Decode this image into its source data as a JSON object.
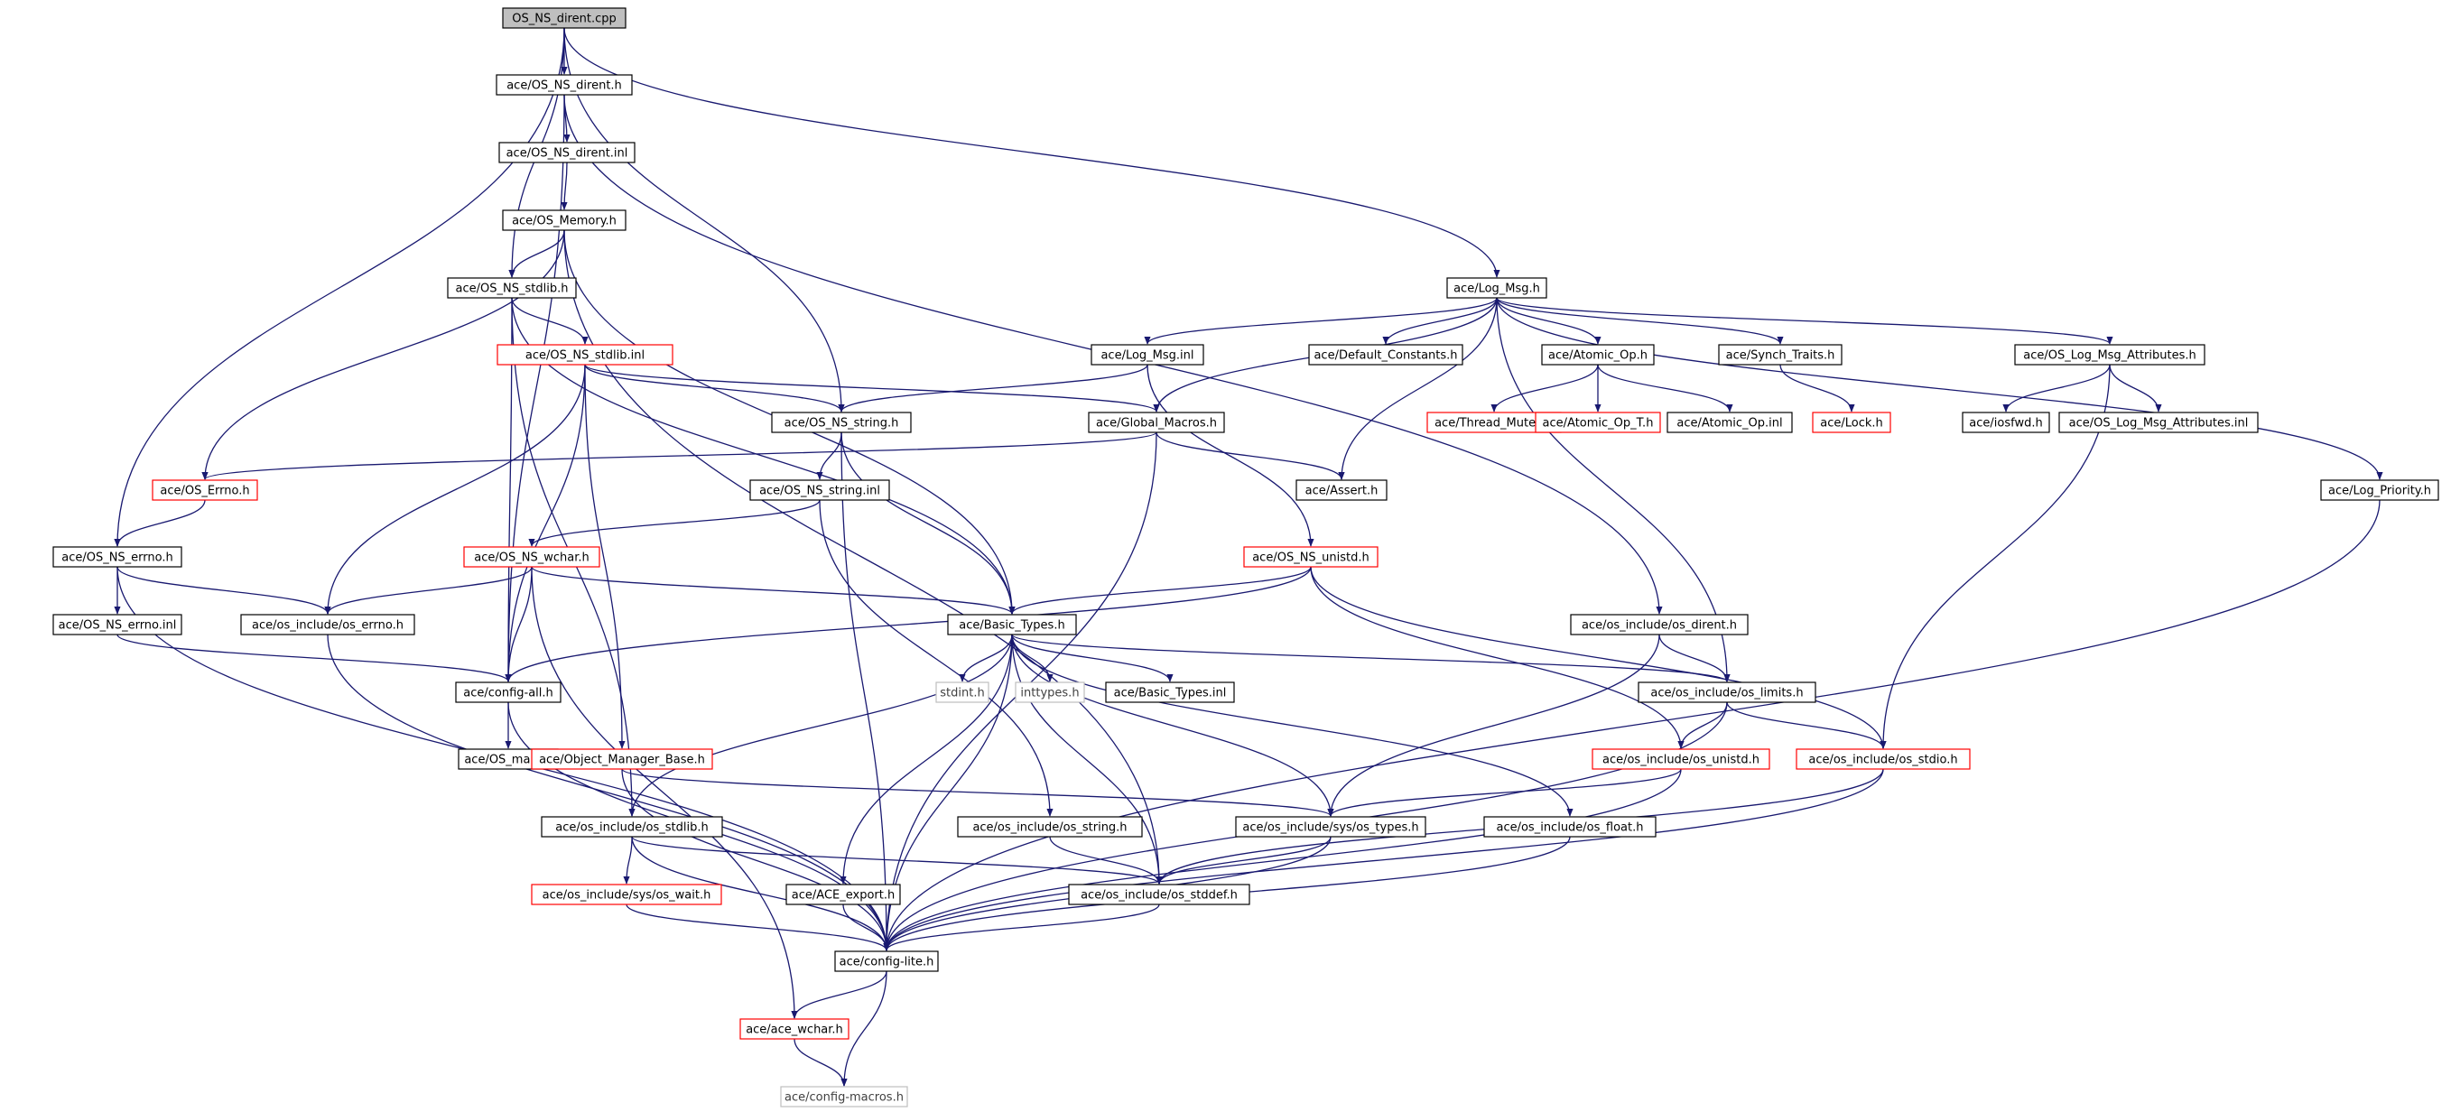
{
  "colors": {
    "edge": "#191970",
    "border_normal": "#000000",
    "border_missing_file": "#ff0000",
    "border_system_header": "#bfbfbf",
    "fill_root": "#bfbfbf",
    "fill_default": "#ffffff",
    "text": "#000000",
    "text_system_header": "#404040"
  },
  "nodes": [
    {
      "id": "root",
      "label": "OS_NS_dirent.cpp",
      "kind": "root"
    },
    {
      "id": "dirent_h",
      "label": "ace/OS_NS_dirent.h",
      "kind": "normal"
    },
    {
      "id": "dirent_inl",
      "label": "ace/OS_NS_dirent.inl",
      "kind": "normal"
    },
    {
      "id": "memory_h",
      "label": "ace/OS_Memory.h",
      "kind": "normal"
    },
    {
      "id": "stdlib_h",
      "label": "ace/OS_NS_stdlib.h",
      "kind": "normal"
    },
    {
      "id": "stdlib_inl",
      "label": "ace/OS_NS_stdlib.inl",
      "kind": "red"
    },
    {
      "id": "string_h",
      "label": "ace/OS_NS_string.h",
      "kind": "normal"
    },
    {
      "id": "string_inl",
      "label": "ace/OS_NS_string.inl",
      "kind": "normal"
    },
    {
      "id": "os_errno_red",
      "label": "ace/OS_Errno.h",
      "kind": "red"
    },
    {
      "id": "errno_h",
      "label": "ace/OS_NS_errno.h",
      "kind": "normal"
    },
    {
      "id": "errno_inl",
      "label": "ace/OS_NS_errno.inl",
      "kind": "normal"
    },
    {
      "id": "wchar_h",
      "label": "ace/OS_NS_wchar.h",
      "kind": "red"
    },
    {
      "id": "osinc_errno",
      "label": "ace/os_include/os_errno.h",
      "kind": "normal"
    },
    {
      "id": "config_all",
      "label": "ace/config-all.h",
      "kind": "normal"
    },
    {
      "id": "os_main",
      "label": "ace/OS_main.h",
      "kind": "normal"
    },
    {
      "id": "obj_mgr",
      "label": "ace/Object_Manager_Base.h",
      "kind": "red"
    },
    {
      "id": "osinc_stdlib",
      "label": "ace/os_include/os_stdlib.h",
      "kind": "normal"
    },
    {
      "id": "sys_wait",
      "label": "ace/os_include/sys/os_wait.h",
      "kind": "red"
    },
    {
      "id": "config_lite",
      "label": "ace/config-lite.h",
      "kind": "normal"
    },
    {
      "id": "ace_wchar",
      "label": "ace/ace_wchar.h",
      "kind": "red"
    },
    {
      "id": "config_macros",
      "label": "ace/config-macros.h",
      "kind": "gray"
    },
    {
      "id": "log_msg_inl",
      "label": "ace/Log_Msg.inl",
      "kind": "normal"
    },
    {
      "id": "basic_types",
      "label": "ace/Basic_Types.h",
      "kind": "normal"
    },
    {
      "id": "stdint",
      "label": "stdint.h",
      "kind": "gray"
    },
    {
      "id": "inttypes",
      "label": "inttypes.h",
      "kind": "gray"
    },
    {
      "id": "basic_types_inl",
      "label": "ace/Basic_Types.inl",
      "kind": "normal"
    },
    {
      "id": "osinc_string",
      "label": "ace/os_include/os_string.h",
      "kind": "normal"
    },
    {
      "id": "ace_export",
      "label": "ace/ACE_export.h",
      "kind": "normal"
    },
    {
      "id": "osinc_stddef",
      "label": "ace/os_include/os_stddef.h",
      "kind": "normal"
    },
    {
      "id": "global_macros",
      "label": "ace/Global_Macros.h",
      "kind": "normal"
    },
    {
      "id": "default_constants",
      "label": "ace/Default_Constants.h",
      "kind": "normal"
    },
    {
      "id": "log_msg_h",
      "label": "ace/Log_Msg.h",
      "kind": "normal"
    },
    {
      "id": "atomic_op_h",
      "label": "ace/Atomic_Op.h",
      "kind": "normal"
    },
    {
      "id": "thread_mutex",
      "label": "ace/Thread_Mutex.h",
      "kind": "red"
    },
    {
      "id": "atomic_op_t",
      "label": "ace/Atomic_Op_T.h",
      "kind": "red"
    },
    {
      "id": "atomic_op_inl",
      "label": "ace/Atomic_Op.inl",
      "kind": "normal"
    },
    {
      "id": "assert_h",
      "label": "ace/Assert.h",
      "kind": "normal"
    },
    {
      "id": "unistd_h",
      "label": "ace/OS_NS_unistd.h",
      "kind": "red"
    },
    {
      "id": "osinc_dirent",
      "label": "ace/os_include/os_dirent.h",
      "kind": "normal"
    },
    {
      "id": "osinc_limits",
      "label": "ace/os_include/os_limits.h",
      "kind": "normal"
    },
    {
      "id": "osinc_unistd",
      "label": "ace/os_include/os_unistd.h",
      "kind": "red"
    },
    {
      "id": "sys_types",
      "label": "ace/os_include/sys/os_types.h",
      "kind": "normal"
    },
    {
      "id": "osinc_float",
      "label": "ace/os_include/os_float.h",
      "kind": "normal"
    },
    {
      "id": "synch_traits",
      "label": "ace/Synch_Traits.h",
      "kind": "normal"
    },
    {
      "id": "lock_h",
      "label": "ace/Lock.h",
      "kind": "red"
    },
    {
      "id": "log_attr_h",
      "label": "ace/OS_Log_Msg_Attributes.h",
      "kind": "normal"
    },
    {
      "id": "iosfwd",
      "label": "ace/iosfwd.h",
      "kind": "normal"
    },
    {
      "id": "log_attr_inl",
      "label": "ace/OS_Log_Msg_Attributes.inl",
      "kind": "normal"
    },
    {
      "id": "osinc_stdio",
      "label": "ace/os_include/os_stdio.h",
      "kind": "red"
    },
    {
      "id": "log_priority",
      "label": "ace/Log_Priority.h",
      "kind": "normal"
    }
  ],
  "edges": [
    [
      "root",
      "dirent_h"
    ],
    [
      "root",
      "stdlib_h"
    ],
    [
      "root",
      "errno_h"
    ],
    [
      "root",
      "log_msg_h"
    ],
    [
      "root",
      "string_h"
    ],
    [
      "dirent_h",
      "dirent_inl"
    ],
    [
      "dirent_h",
      "config_all"
    ],
    [
      "dirent_h",
      "osinc_dirent"
    ],
    [
      "dirent_inl",
      "memory_h"
    ],
    [
      "memory_h",
      "stdlib_h"
    ],
    [
      "memory_h",
      "os_errno_red"
    ],
    [
      "memory_h",
      "basic_types"
    ],
    [
      "memory_h",
      "osinc_stddef"
    ],
    [
      "stdlib_h",
      "stdlib_inl"
    ],
    [
      "stdlib_h",
      "config_all"
    ],
    [
      "stdlib_h",
      "basic_types"
    ],
    [
      "stdlib_h",
      "osinc_stdlib"
    ],
    [
      "stdlib_inl",
      "string_h"
    ],
    [
      "stdlib_inl",
      "global_macros"
    ],
    [
      "stdlib_inl",
      "osinc_errno"
    ],
    [
      "stdlib_inl",
      "config_all"
    ],
    [
      "stdlib_inl",
      "obj_mgr"
    ],
    [
      "string_h",
      "string_inl"
    ],
    [
      "string_h",
      "basic_types"
    ],
    [
      "string_h",
      "config_lite"
    ],
    [
      "string_inl",
      "wchar_h"
    ],
    [
      "string_inl",
      "osinc_string"
    ],
    [
      "os_errno_red",
      "errno_h"
    ],
    [
      "errno_h",
      "errno_inl"
    ],
    [
      "errno_h",
      "osinc_errno"
    ],
    [
      "errno_h",
      "config_lite"
    ],
    [
      "errno_inl",
      "config_all"
    ],
    [
      "wchar_h",
      "osinc_errno"
    ],
    [
      "wchar_h",
      "config_all"
    ],
    [
      "wchar_h",
      "basic_types"
    ],
    [
      "wchar_h",
      "ace_wchar"
    ],
    [
      "osinc_errno",
      "config_lite"
    ],
    [
      "config_all",
      "os_main"
    ],
    [
      "config_all",
      "config_lite"
    ],
    [
      "obj_mgr",
      "config_lite"
    ],
    [
      "obj_mgr",
      "sys_types"
    ],
    [
      "osinc_stdlib",
      "sys_wait"
    ],
    [
      "osinc_stdlib",
      "osinc_stddef"
    ],
    [
      "osinc_stdlib",
      "config_lite"
    ],
    [
      "sys_wait",
      "config_lite"
    ],
    [
      "config_lite",
      "ace_wchar"
    ],
    [
      "config_lite",
      "config_macros"
    ],
    [
      "ace_wchar",
      "config_macros"
    ],
    [
      "log_msg_inl",
      "string_h"
    ],
    [
      "basic_types",
      "stdint"
    ],
    [
      "basic_types",
      "inttypes"
    ],
    [
      "basic_types",
      "basic_types_inl"
    ],
    [
      "basic_types",
      "ace_export"
    ],
    [
      "basic_types",
      "config_lite"
    ],
    [
      "basic_types",
      "osinc_stdlib"
    ],
    [
      "basic_types",
      "osinc_stddef"
    ],
    [
      "basic_types",
      "osinc_limits"
    ],
    [
      "basic_types",
      "sys_types"
    ],
    [
      "basic_types",
      "osinc_float"
    ],
    [
      "osinc_string",
      "osinc_stddef"
    ],
    [
      "ace_export",
      "config_lite"
    ],
    [
      "osinc_stddef",
      "config_lite"
    ],
    [
      "global_macros",
      "os_errno_red"
    ],
    [
      "global_macros",
      "assert_h"
    ],
    [
      "global_macros",
      "config_lite"
    ],
    [
      "log_msg_h",
      "log_msg_inl"
    ],
    [
      "log_msg_h",
      "default_constants"
    ],
    [
      "log_msg_h",
      "atomic_op_h"
    ],
    [
      "log_msg_h",
      "global_macros"
    ],
    [
      "log_msg_h",
      "synch_traits"
    ],
    [
      "log_msg_h",
      "log_attr_h"
    ],
    [
      "log_msg_h",
      "log_priority"
    ],
    [
      "log_msg_h",
      "assert_h"
    ],
    [
      "log_msg_h",
      "osinc_limits"
    ],
    [
      "atomic_op_h",
      "thread_mutex"
    ],
    [
      "atomic_op_h",
      "atomic_op_t"
    ],
    [
      "atomic_op_h",
      "atomic_op_inl"
    ],
    [
      "unistd_h",
      "basic_types"
    ],
    [
      "unistd_h",
      "config_all"
    ],
    [
      "unistd_h",
      "osinc_unistd"
    ],
    [
      "unistd_h",
      "osinc_stdio"
    ],
    [
      "log_msg_inl",
      "unistd_h"
    ],
    [
      "osinc_dirent",
      "osinc_limits"
    ],
    [
      "osinc_dirent",
      "sys_types"
    ],
    [
      "osinc_limits",
      "osinc_unistd"
    ],
    [
      "osinc_limits",
      "osinc_stdio"
    ],
    [
      "osinc_limits",
      "config_lite"
    ],
    [
      "osinc_unistd",
      "sys_types"
    ],
    [
      "osinc_unistd",
      "config_lite"
    ],
    [
      "sys_types",
      "osinc_stddef"
    ],
    [
      "sys_types",
      "config_lite"
    ],
    [
      "osinc_float",
      "config_lite"
    ],
    [
      "synch_traits",
      "lock_h"
    ],
    [
      "log_attr_h",
      "iosfwd"
    ],
    [
      "log_attr_h",
      "log_attr_inl"
    ],
    [
      "log_attr_h",
      "osinc_stdio"
    ],
    [
      "osinc_stdio",
      "osinc_stddef"
    ],
    [
      "osinc_stdio",
      "config_lite"
    ],
    [
      "log_priority",
      "config_lite"
    ]
  ]
}
